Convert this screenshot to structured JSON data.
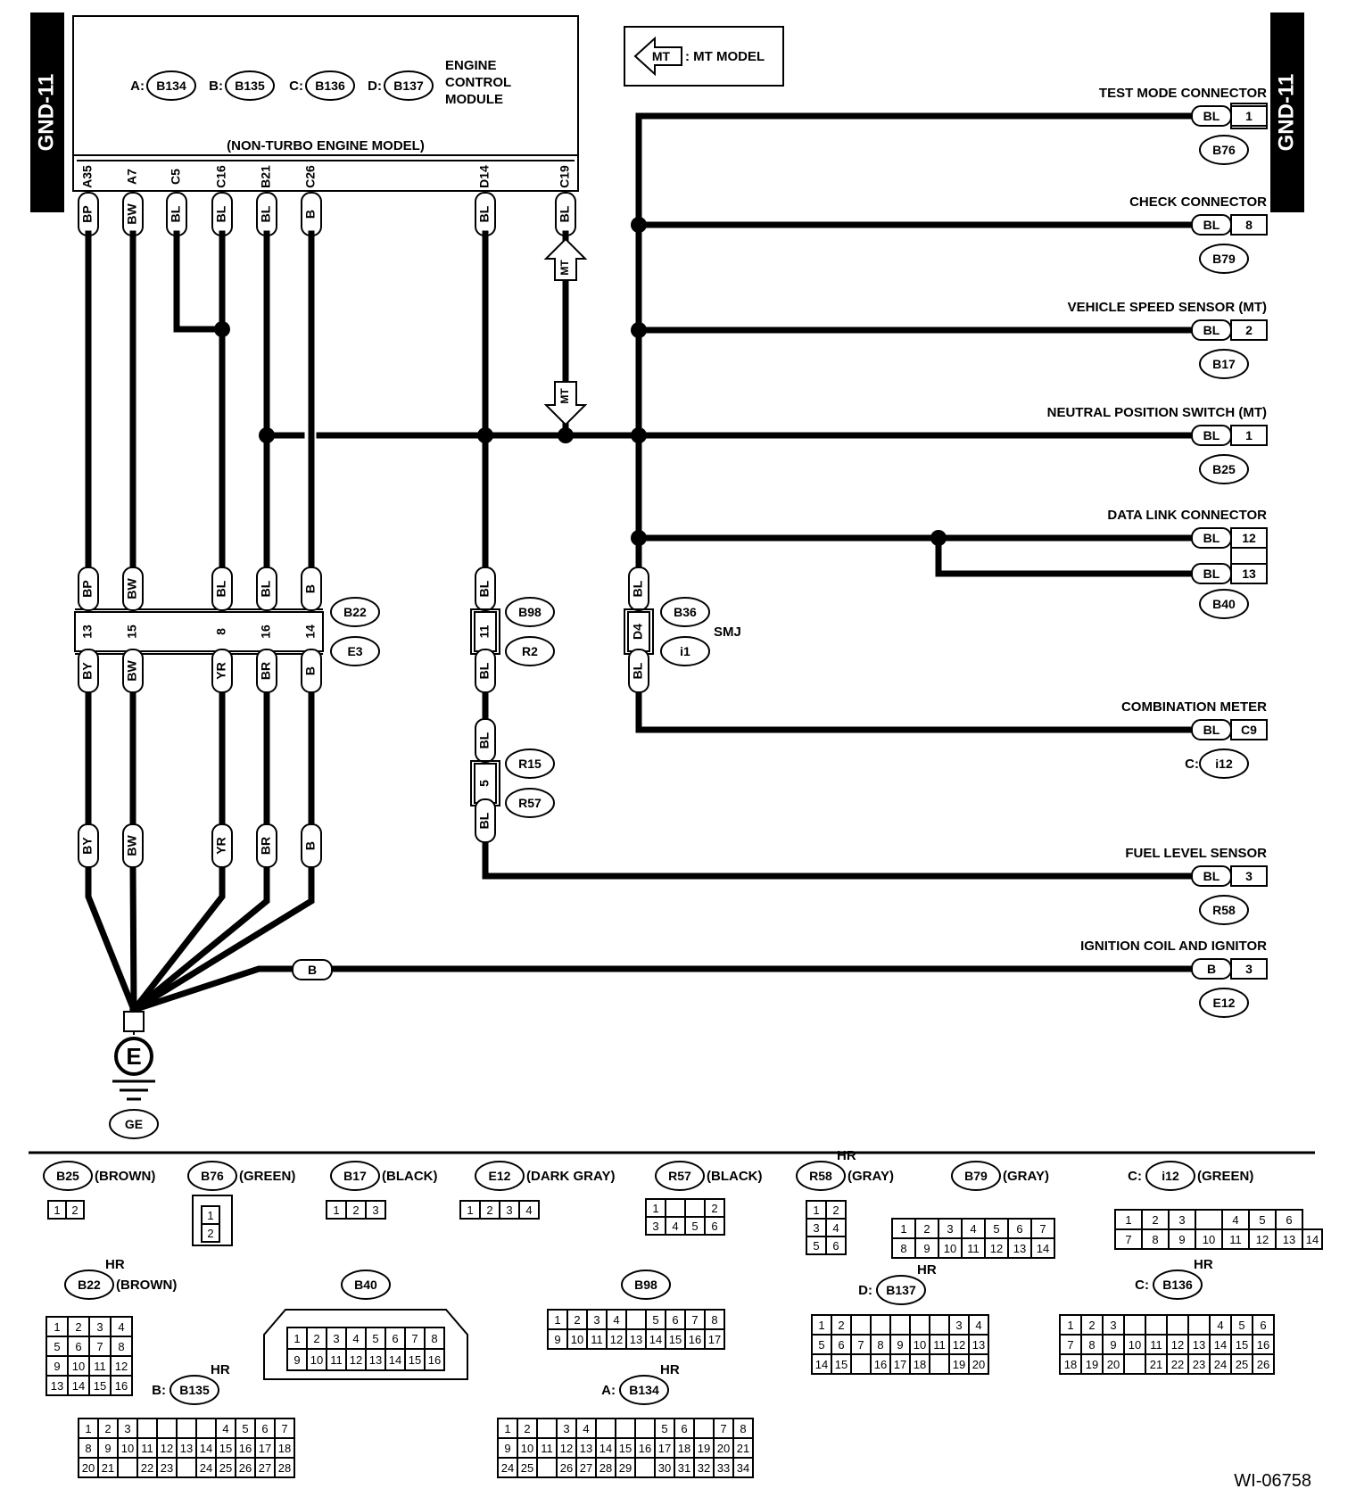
{
  "side_tab": "GND-11",
  "figure_id": "WI-06758",
  "ecm": {
    "title": "ENGINE CONTROL MODULE",
    "variant": "(NON-TURBO ENGINE MODEL)",
    "connectors": [
      {
        "prefix": "A:",
        "id": "B134"
      },
      {
        "prefix": "B:",
        "id": "B135"
      },
      {
        "prefix": "C:",
        "id": "B136"
      },
      {
        "prefix": "D:",
        "id": "B137"
      }
    ],
    "terminals": [
      {
        "pin": "A35",
        "wire": "BP"
      },
      {
        "pin": "A7",
        "wire": "BW"
      },
      {
        "pin": "C5",
        "wire": "BL"
      },
      {
        "pin": "C16",
        "wire": "BL"
      },
      {
        "pin": "B21",
        "wire": "BL"
      },
      {
        "pin": "C26",
        "wire": "B"
      },
      {
        "pin": "D14",
        "wire": "BL"
      },
      {
        "pin": "C19",
        "wire": "BL"
      }
    ]
  },
  "legend": {
    "symbol": "MT",
    "text": ": MT MODEL"
  },
  "mt_tag": "MT",
  "devices": [
    {
      "name": "TEST MODE CONNECTOR",
      "wire": "BL",
      "pin": "1",
      "connector": "B76",
      "prefix": ""
    },
    {
      "name": "CHECK CONNECTOR",
      "wire": "BL",
      "pin": "8",
      "connector": "B79",
      "prefix": ""
    },
    {
      "name": "VEHICLE SPEED SENSOR (MT)",
      "wire": "BL",
      "pin": "2",
      "connector": "B17",
      "prefix": ""
    },
    {
      "name": "NEUTRAL POSITION SWITCH (MT)",
      "wire": "BL",
      "pin": "1",
      "connector": "B25",
      "prefix": ""
    },
    {
      "name": "DATA LINK CONNECTOR",
      "wire": "BL",
      "pin": "12",
      "wire2": "BL",
      "pin2": "13",
      "connector": "B40",
      "prefix": ""
    },
    {
      "name": "COMBINATION METER",
      "wire": "BL",
      "pin": "C9",
      "connector": "i12",
      "prefix": "C:"
    },
    {
      "name": "FUEL LEVEL SENSOR",
      "wire": "BL",
      "pin": "3",
      "connector": "R58",
      "prefix": ""
    },
    {
      "name": "IGNITION COIL AND IGNITOR",
      "wire": "B",
      "pin": "3",
      "connector": "E12",
      "prefix": ""
    }
  ],
  "harness_joint_1": {
    "upper_connector": "B22",
    "lower_connector": "E3",
    "pins": [
      "13",
      "15",
      "8",
      "16",
      "14"
    ],
    "upper_wires": [
      "BP",
      "BW",
      "BL",
      "BL",
      "B"
    ],
    "lower_wires": [
      "BY",
      "BW",
      "YR",
      "BR",
      "B"
    ]
  },
  "harness_joint_2": {
    "upper_connector": "B98",
    "lower_connector": "R2",
    "pin": "11",
    "upper_wire": "BL",
    "lower_wire": "BL"
  },
  "harness_joint_3": {
    "upper_connector": "R15",
    "lower_connector": "R57",
    "pin": "5",
    "upper_wire": "BL",
    "lower_wire": "BL"
  },
  "smj": {
    "upper_connector": "B36",
    "lower_connector": "i1",
    "pin": "D4",
    "label": "SMJ",
    "upper_wire": "BL",
    "lower_wire": "BL"
  },
  "ground_wires": [
    "BY",
    "BW",
    "YR",
    "BR",
    "B"
  ],
  "ground_wire_b": "B",
  "ground": {
    "symbol": "E",
    "connector": "GE"
  },
  "connector_views": [
    {
      "id": "B25",
      "note": "(BROWN)",
      "hr": ""
    },
    {
      "id": "B76",
      "note": "(GREEN)",
      "hr": ""
    },
    {
      "id": "B17",
      "note": "(BLACK)",
      "hr": ""
    },
    {
      "id": "E12",
      "note": "(DARK GRAY)",
      "hr": ""
    },
    {
      "id": "R57",
      "note": "(BLACK)",
      "hr": ""
    },
    {
      "id": "R58",
      "note": "(GRAY)",
      "hr": "HR"
    },
    {
      "id": "B79",
      "note": "(GRAY)",
      "hr": ""
    },
    {
      "id": "i12",
      "note": "(GREEN)",
      "hr": "",
      "prefix": "C:"
    },
    {
      "id": "B22",
      "note": "(BROWN)",
      "hr": "HR"
    },
    {
      "id": "B40",
      "note": "",
      "hr": ""
    },
    {
      "id": "B98",
      "note": "",
      "hr": ""
    },
    {
      "id": "B137",
      "note": "",
      "hr": "HR",
      "prefix": "D:"
    },
    {
      "id": "B136",
      "note": "",
      "hr": "HR",
      "prefix": "C:"
    },
    {
      "id": "B135",
      "note": "",
      "hr": "HR",
      "prefix": "B:"
    },
    {
      "id": "B134",
      "note": "",
      "hr": "HR",
      "prefix": "A:"
    }
  ],
  "colors": {
    "line": "#000000",
    "background": "#ffffff"
  }
}
